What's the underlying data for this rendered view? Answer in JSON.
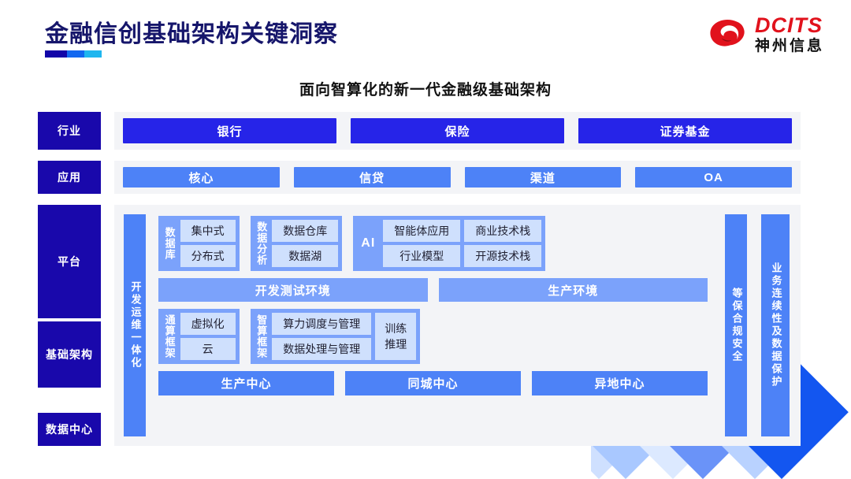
{
  "header": {
    "title": "金融信创基础架构关键洞察",
    "logo": {
      "mark": "swirl-logo-icon",
      "en": "DCITS",
      "cn": "神州信息"
    }
  },
  "subtitle": "面向智算化的新一代金融级基础架构",
  "colors": {
    "tier_navy": "#1908ab",
    "industry_blue": "#2624e8",
    "app_blue": "#4d82f7",
    "group_blue": "#7ba2fb",
    "cell_blue": "#cfe0fd",
    "band_gray": "#f3f4f7",
    "logo_red": "#e1121c"
  },
  "tiers": [
    {
      "key": "industry",
      "label": "行业"
    },
    {
      "key": "application",
      "label": "应用"
    },
    {
      "key": "platform",
      "label": "平台"
    },
    {
      "key": "infrastructure",
      "label": "基础架构"
    },
    {
      "key": "datacenter",
      "label": "数据中心"
    }
  ],
  "industry_row": [
    "银行",
    "保险",
    "证券基金"
  ],
  "application_row": [
    "核心",
    "信贷",
    "渠道",
    "OA"
  ],
  "side_columns": {
    "left": "开发运维一体化",
    "right_inner": "等保合规安全",
    "right_outer": "业务连续性及数据保护"
  },
  "platform": {
    "groups": [
      {
        "caption": "数据库",
        "items": [
          "集中式",
          "分布式"
        ]
      },
      {
        "caption": "数据分析",
        "items": [
          "数据仓库",
          "数据湖"
        ]
      },
      {
        "caption": "AI",
        "columns": [
          [
            "智能体应用",
            "行业模型"
          ],
          [
            "商业技术栈",
            "开源技术栈"
          ]
        ]
      }
    ],
    "environments": [
      "开发测试环境",
      "生产环境"
    ]
  },
  "infrastructure": {
    "general_compute": {
      "caption": "通算框架",
      "items": [
        "虚拟化",
        "云"
      ]
    },
    "intelligent_compute": {
      "caption": "智算框架",
      "items": [
        "算力调度与管理",
        "数据处理与管理"
      ],
      "side": "训练\n推理",
      "side_line1": "训练",
      "side_line2": "推理"
    }
  },
  "datacenter_row": [
    "生产中心",
    "同城中心",
    "异地中心"
  ]
}
